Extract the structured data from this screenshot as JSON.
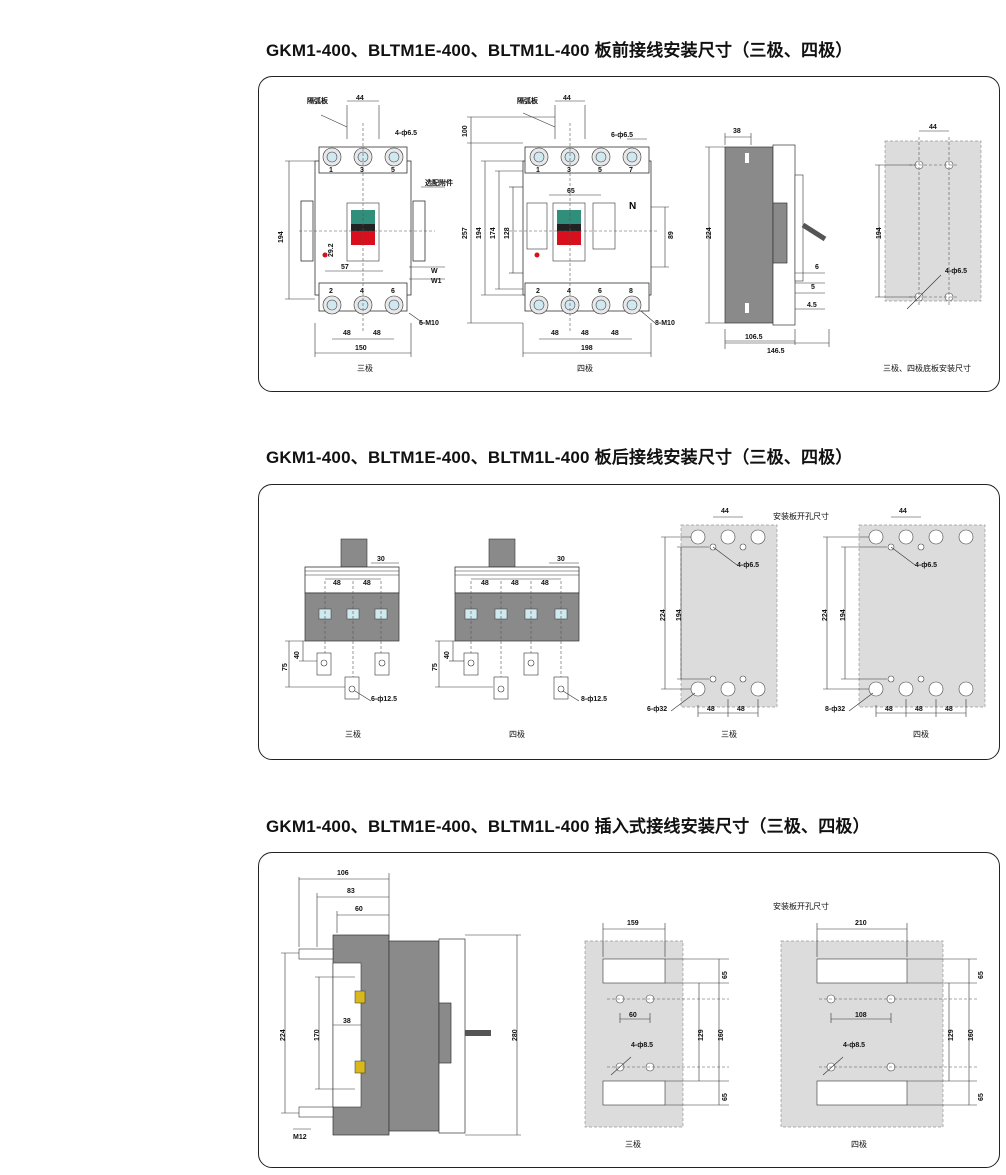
{
  "sections": [
    {
      "title": "GKM1-400、BLTM1E-400、BLTM1L-400 板前接线安装尺寸（三极、四极）"
    },
    {
      "title": "GKM1-400、BLTM1E-400、BLTM1L-400 板后接线安装尺寸（三极、四极）"
    },
    {
      "title": "GKM1-400、BLTM1E-400、BLTM1L-400 插入式接线安装尺寸（三极、四极）"
    }
  ],
  "front": {
    "three": {
      "label_arc": "隔弧板",
      "d44": "44",
      "hole": "4-ф6.5",
      "optional": "选配附件",
      "d194": "194",
      "d29_2": "29.2",
      "d57": "57",
      "w": "W",
      "w1": "W1",
      "screw": "6-M10",
      "d48a": "48",
      "d48b": "48",
      "d150": "150",
      "caption": "三极",
      "t1": "1",
      "t3": "3",
      "t5": "5",
      "t2": "2",
      "t4": "4",
      "t6": "6"
    },
    "four": {
      "label_arc": "隔弧板",
      "d44": "44",
      "d100": "100",
      "hole": "6-ф6.5",
      "d65": "65",
      "n": "N",
      "d257": "257",
      "d194": "194",
      "d174": "174",
      "d128": "128",
      "d89": "89",
      "screw": "8-M10",
      "d48a": "48",
      "d48b": "48",
      "d48c": "48",
      "d198": "198",
      "caption": "四极",
      "t1": "1",
      "t3": "3",
      "t5": "5",
      "t7": "7",
      "t2": "2",
      "t4": "4",
      "t6": "6",
      "t8": "8"
    },
    "side": {
      "d38": "38",
      "d224": "224",
      "d6": "6",
      "d5": "5",
      "d4_5": "4.5",
      "d106_5": "106.5",
      "d146_5": "146.5"
    },
    "plate": {
      "d44": "44",
      "d194": "194",
      "hole": "4-ф6.5",
      "caption": "三极、四极底板安装尺寸"
    }
  },
  "rear": {
    "three": {
      "d30": "30",
      "d48a": "48",
      "d48b": "48",
      "d40": "40",
      "d75": "75",
      "hole": "6-ф12.5",
      "caption": "三极"
    },
    "four": {
      "d30": "30",
      "d48a": "48",
      "d48b": "48",
      "d48c": "48",
      "d40": "40",
      "d75": "75",
      "hole": "8-ф12.5",
      "caption": "四极"
    },
    "plate_label": "安装板开孔尺寸",
    "plate3": {
      "d44": "44",
      "hole": "4-ф6.5",
      "d224": "224",
      "d194": "194",
      "big": "6-ф32",
      "d48a": "48",
      "d48b": "48",
      "caption": "三极"
    },
    "plate4": {
      "d44": "44",
      "hole": "4-ф6.5",
      "d224": "224",
      "d194": "194",
      "big": "8-ф32",
      "d48a": "48",
      "d48b": "48",
      "d48c": "48",
      "caption": "四极"
    }
  },
  "plugin": {
    "side": {
      "d106": "106",
      "d83": "83",
      "d60": "60",
      "d224": "224",
      "d170": "170",
      "d38": "38",
      "d280": "280",
      "m12": "M12"
    },
    "plate_label": "安装板开孔尺寸",
    "plate3": {
      "d159": "159",
      "d65a": "65",
      "d60": "60",
      "d129": "129",
      "d160": "160",
      "hole": "4-ф8.5",
      "d65b": "65",
      "caption": "三极"
    },
    "plate4": {
      "d210": "210",
      "d65a": "65",
      "d108": "108",
      "d129": "129",
      "d160": "160",
      "hole": "4-ф8.5",
      "d65b": "65",
      "caption": "四极"
    }
  },
  "colors": {
    "housing": "#8a8a8a",
    "plate": "#dcdcdc",
    "handle_green": "#2f8f7a",
    "handle_red": "#d8101e",
    "terminal_blue": "#cfe9ef",
    "nut_yellow": "#d8b81a"
  }
}
